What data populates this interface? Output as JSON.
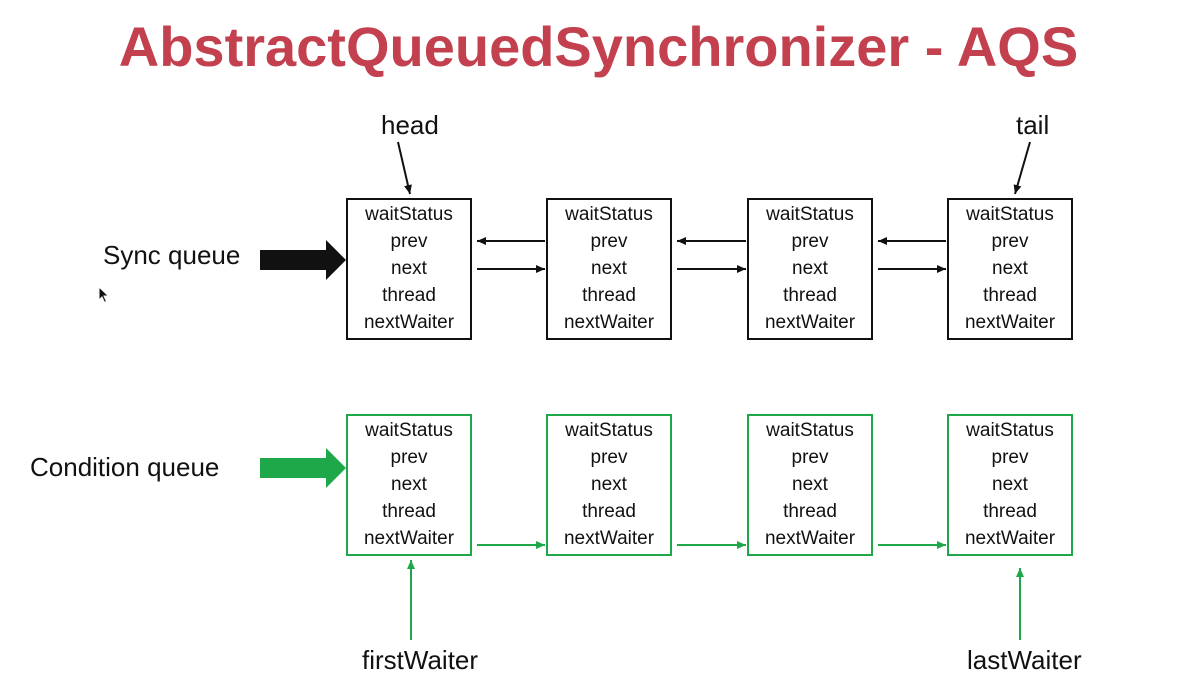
{
  "title": "AbstractQueuedSynchronizer - AQS",
  "sync_queue": {
    "label": "Sync queue",
    "head_label": "head",
    "tail_label": "tail",
    "color": "#111111",
    "nodes": [
      [
        "waitStatus",
        "prev",
        "next",
        "thread",
        "nextWaiter"
      ],
      [
        "waitStatus",
        "prev",
        "next",
        "thread",
        "nextWaiter"
      ],
      [
        "waitStatus",
        "prev",
        "next",
        "thread",
        "nextWaiter"
      ],
      [
        "waitStatus",
        "prev",
        "next",
        "thread",
        "nextWaiter"
      ]
    ]
  },
  "condition_queue": {
    "label": "Condition queue",
    "first_label": "firstWaiter",
    "last_label": "lastWaiter",
    "color": "#1fa84a",
    "nodes": [
      [
        "waitStatus",
        "prev",
        "next",
        "thread",
        "nextWaiter"
      ],
      [
        "waitStatus",
        "prev",
        "next",
        "thread",
        "nextWaiter"
      ],
      [
        "waitStatus",
        "prev",
        "next",
        "thread",
        "nextWaiter"
      ],
      [
        "waitStatus",
        "prev",
        "next",
        "thread",
        "nextWaiter"
      ]
    ]
  },
  "title_color": "#c3404e"
}
